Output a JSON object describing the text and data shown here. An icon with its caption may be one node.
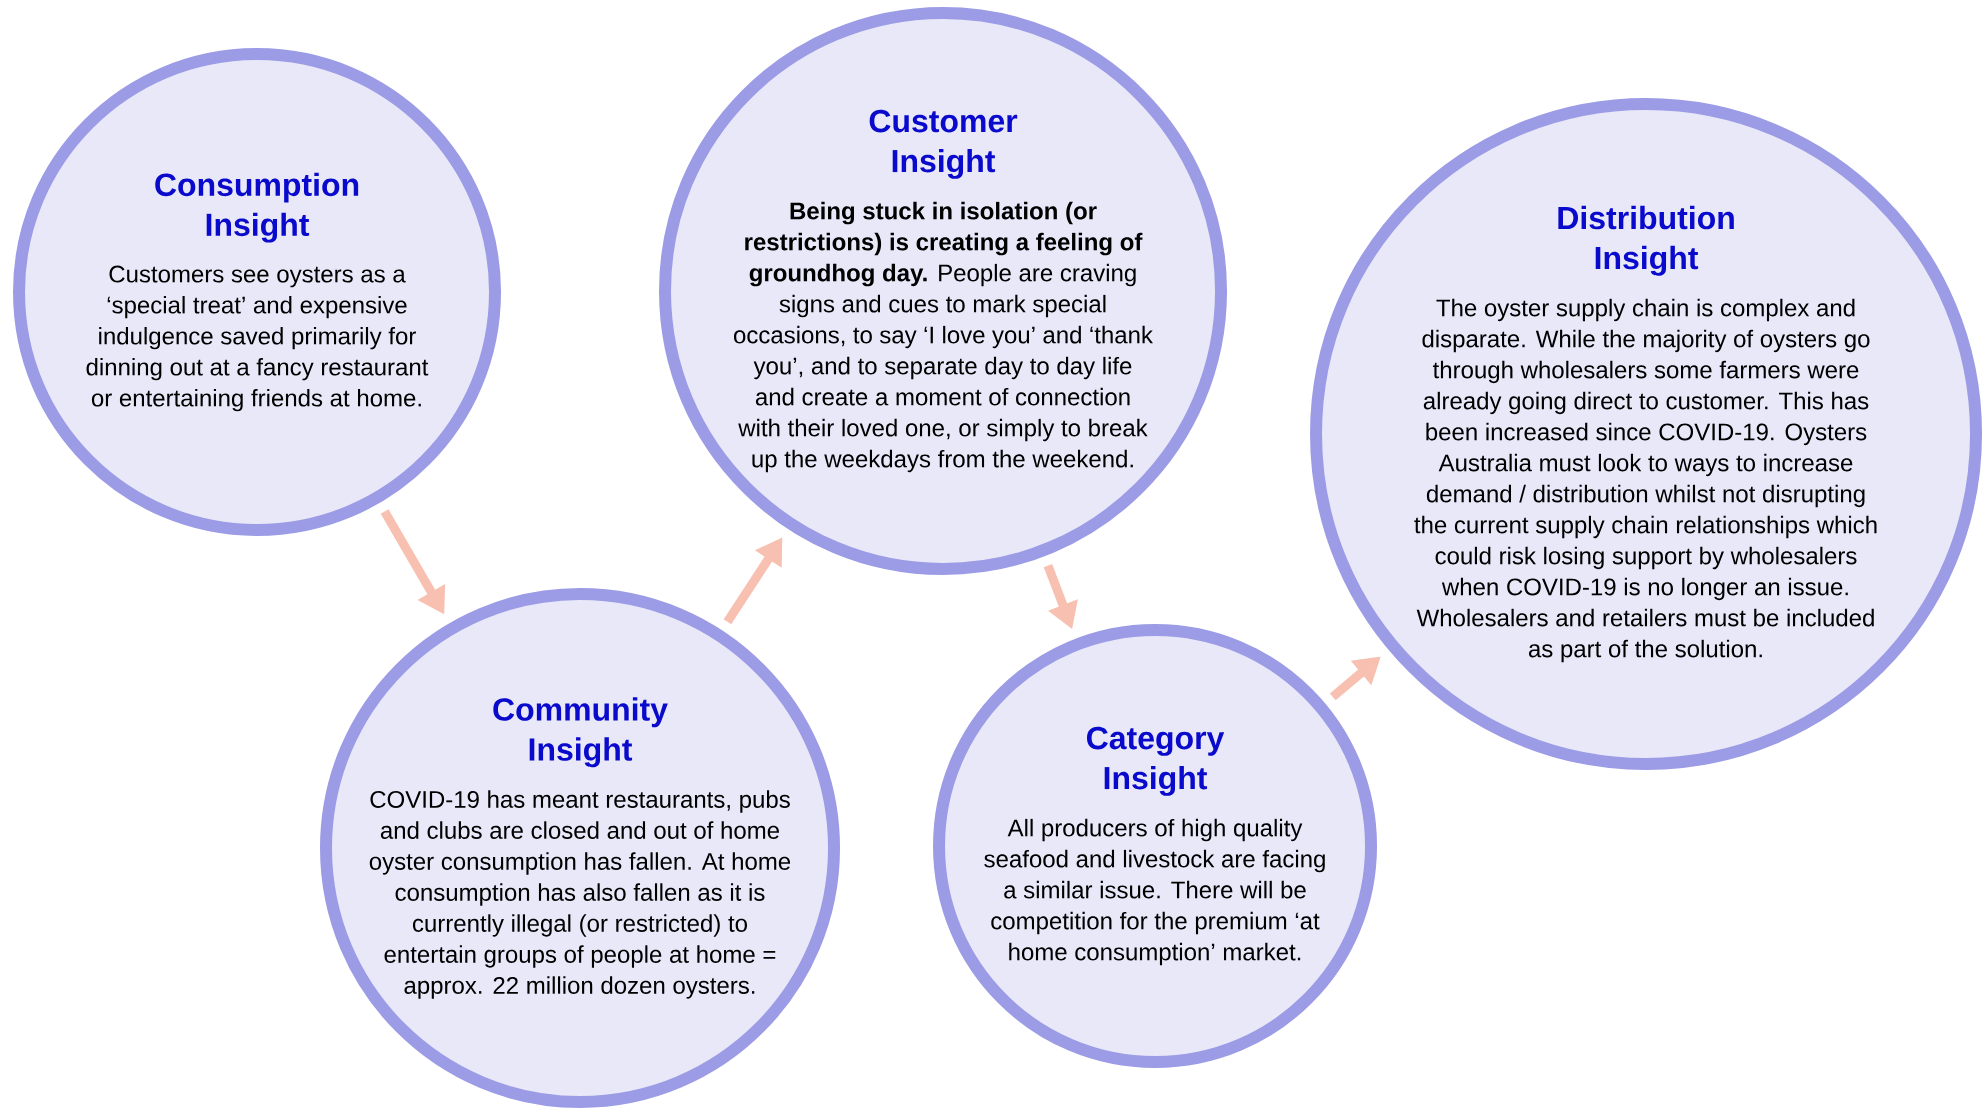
{
  "diagram": {
    "nodes": [
      {
        "text": [
          "Consumption Insight",
          "Customers see oysters as a ‘special treat’ and expensive indulgence saved primarily for dinning out at a fancy restaurant or entertaining friends at home."
        ]
      },
      {
        "text": [
          "Community Insight",
          "COVID-19 has meant restaurants, pubs and clubs are closed and out of home oyster consumption has fallen. At home consumption has also fallen as it is currently illegal (or restricted) to entertain groups of people at home = approx. 22 million dozen oysters."
        ]
      },
      {
        "text": [
          "Customer Insight",
          "**Being stuck in isolation (or restrictions) is creating a feeling of groundhog day.** People are craving signs and cues to mark special occasions, to say ‘I love you’ and ‘thank you’, and to separate day to day life and create a moment of connection with their loved one, or simply to break up the weekdays from the weekend."
        ]
      },
      {
        "text": [
          "Category Insight",
          "All producers of high quality seafood and livestock are facing a similar issue. There will be competition for the premium ‘at home consumption’ market."
        ]
      },
      {
        "text": [
          "Distribution Insight",
          "The oyster supply chain is complex and disparate. While the majority of oysters go through wholesalers some farmers were already going direct to customer. This has been increased since COVID-19. Oysters Australia must look to ways to increase demand / distribution whilst not disrupting the current supply chain relationships which could risk losing support by wholesalers when COVID-19 is no longer an issue. Wholesalers and retailers must be included as part of the solution."
        ]
      }
    ],
    "edges": [
      {
        "from": 0,
        "to": 1,
        "arrow": "to"
      },
      {
        "from": 1,
        "to": 2,
        "arrow": "to"
      },
      {
        "from": 2,
        "to": 3,
        "arrow": "to"
      },
      {
        "from": 3,
        "to": 4,
        "arrow": "to"
      }
    ]
  }
}
